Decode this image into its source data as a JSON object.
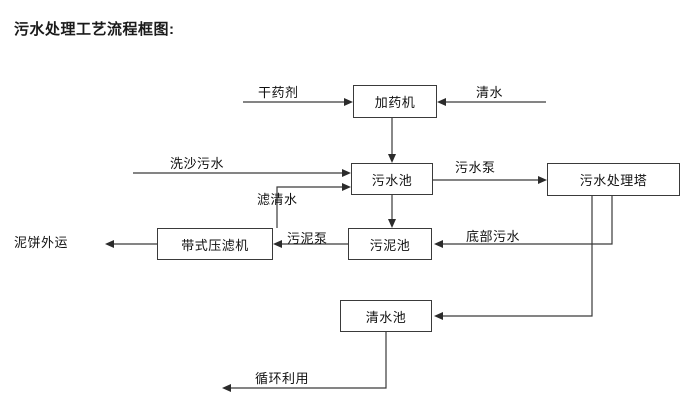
{
  "title": "污水处理工艺流程框图:",
  "diagram": {
    "nodes": [
      {
        "id": "dosing_machine",
        "label": "加药机"
      },
      {
        "id": "wastewater_pool",
        "label": "污水池"
      },
      {
        "id": "treatment_tower",
        "label": "污水处理塔"
      },
      {
        "id": "belt_filter_press",
        "label": "带式压滤机"
      },
      {
        "id": "sludge_pool",
        "label": "污泥池"
      },
      {
        "id": "clean_water_pool",
        "label": "清水池"
      }
    ],
    "edge_labels": [
      {
        "id": "dry_agent",
        "label": "干药剂"
      },
      {
        "id": "clean_water_in",
        "label": "清水"
      },
      {
        "id": "sand_wash_water",
        "label": "洗沙污水"
      },
      {
        "id": "filtrate_water",
        "label": "滤清水"
      },
      {
        "id": "wastewater_pump",
        "label": "污水泵"
      },
      {
        "id": "sludge_pump",
        "label": "污泥泵"
      },
      {
        "id": "bottom_sewage",
        "label": "底部污水"
      },
      {
        "id": "mud_cake_out",
        "label": "泥饼外运"
      },
      {
        "id": "recycle_use",
        "label": "循环利用"
      }
    ],
    "colors": {
      "line": "#3a3a3a",
      "arrow": "#2b2b2b",
      "text": "#111111",
      "title": "#1a1a1a",
      "background": "#ffffff"
    }
  }
}
